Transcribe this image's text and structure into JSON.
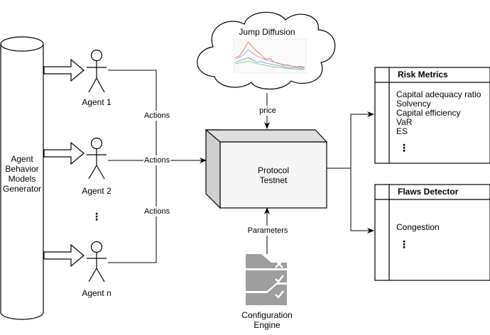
{
  "generator": {
    "label": "Agent Behavior Models Generator",
    "lines": [
      "Agent",
      "Behavior",
      "Models",
      "Generator"
    ]
  },
  "agents": [
    {
      "label": "Agent 1"
    },
    {
      "label": "Agent 2"
    },
    {
      "label": "Agent n"
    }
  ],
  "agent_ellipsis": "⋮",
  "edges": {
    "actions_1": "Actions",
    "actions_2": "Actions",
    "actions_3": "Actions",
    "price": "price",
    "parameters": "Parameters"
  },
  "jump_diffusion": {
    "label": "Jump Diffusion"
  },
  "testnet": {
    "lines": [
      "Protocol",
      "Testnet"
    ]
  },
  "config_engine": {
    "lines": [
      "Configuration",
      "Engine"
    ]
  },
  "risk_metrics": {
    "title": "Risk Metrics",
    "items": [
      "Capital adequacy ratio",
      "Solvency",
      "Capital efficiency",
      "VaR",
      "ES"
    ],
    "more": "⋮"
  },
  "flaws_detector": {
    "title": "Flaws Detector",
    "items": [
      "Congestion"
    ],
    "more": "⋮"
  },
  "colors": {
    "stroke": "#000000",
    "box_face": "#f5f5f5",
    "box_top": "#dedede",
    "box_side": "#cfcfcf",
    "config_icon": "#9e9e9e",
    "series": [
      "#e8734a",
      "#6aa7d8",
      "#8fc27a",
      "#b69ad6"
    ]
  }
}
